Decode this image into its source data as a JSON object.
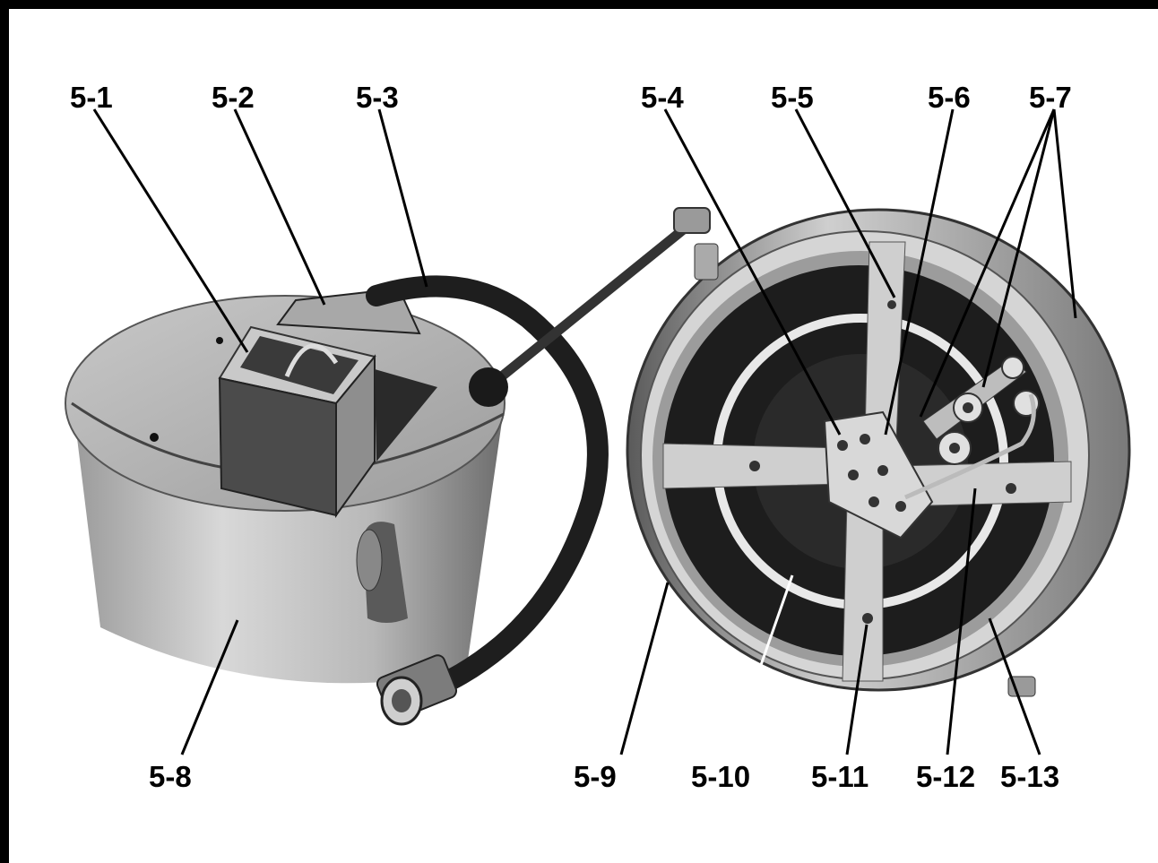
{
  "callouts": {
    "c1": "5-1",
    "c2": "5-2",
    "c3": "5-3",
    "c4": "5-4",
    "c5": "5-5",
    "c6": "5-6",
    "c7": "5-7",
    "c8": "5-8",
    "c9": "5-9",
    "c10": "5-10",
    "c11": "5-11",
    "c12": "5-12",
    "c13": "5-13"
  },
  "colors": {
    "frame": "#000000",
    "background": "#ffffff"
  }
}
